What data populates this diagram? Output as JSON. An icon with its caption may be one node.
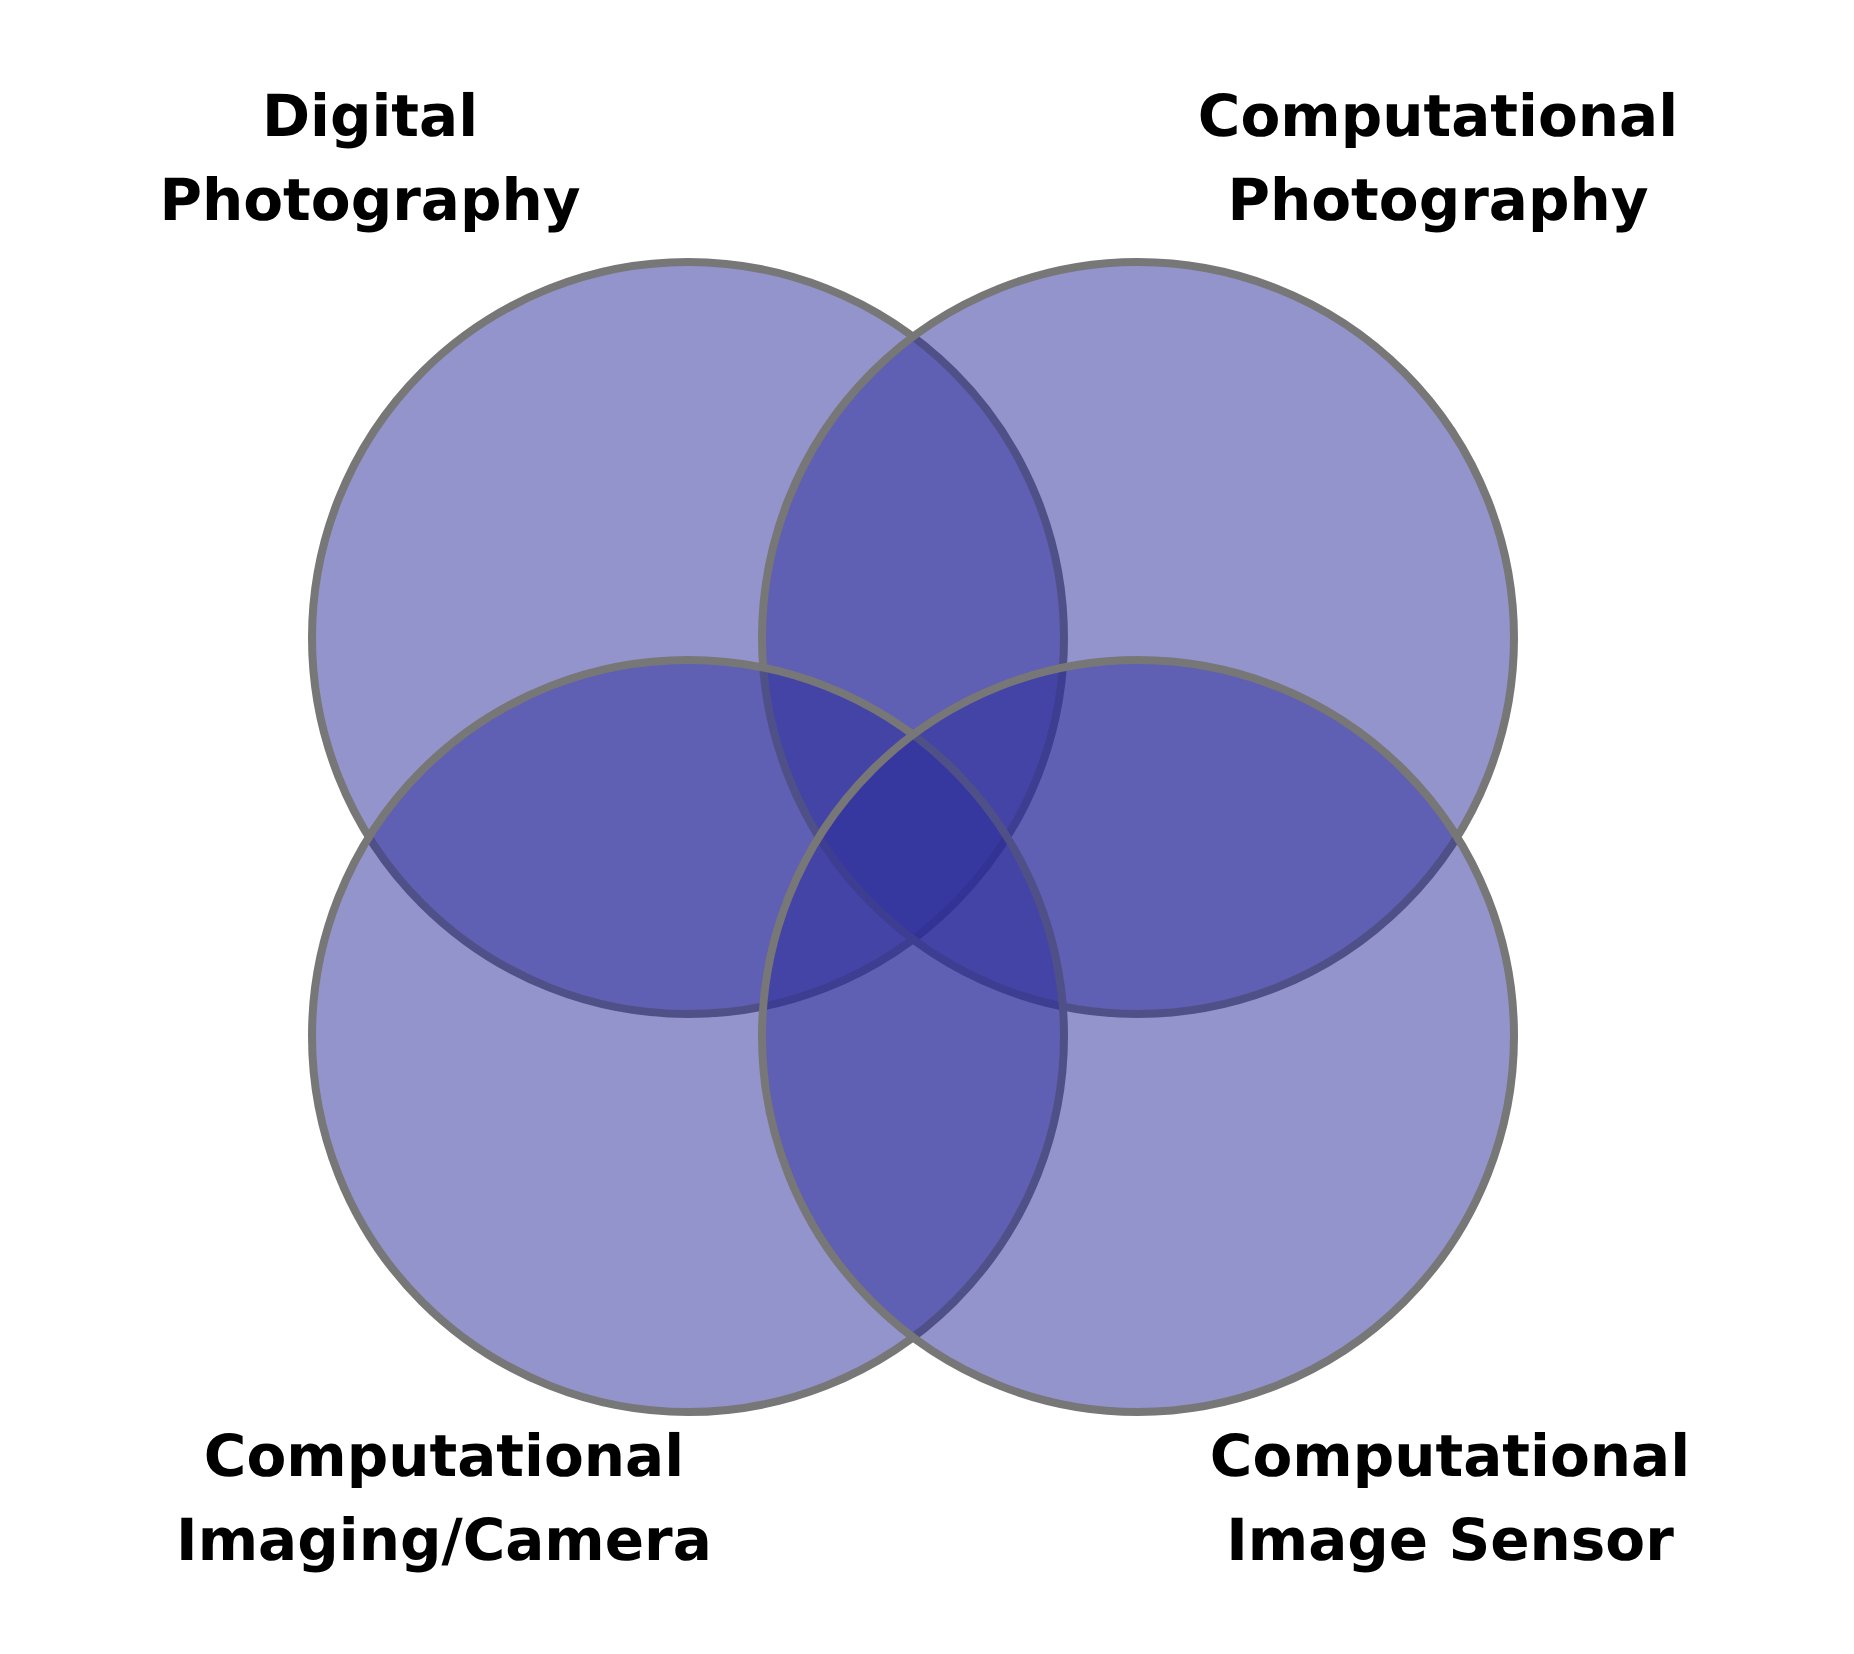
{
  "diagram": {
    "nodes": [
      {
        "text": [
          "Digital Photography"
        ]
      },
      {
        "text": [
          "Computational Photography"
        ]
      },
      {
        "text": [
          "Computational Imaging/Camera"
        ]
      },
      {
        "text": [
          "Computational Image Sensor"
        ]
      }
    ]
  }
}
